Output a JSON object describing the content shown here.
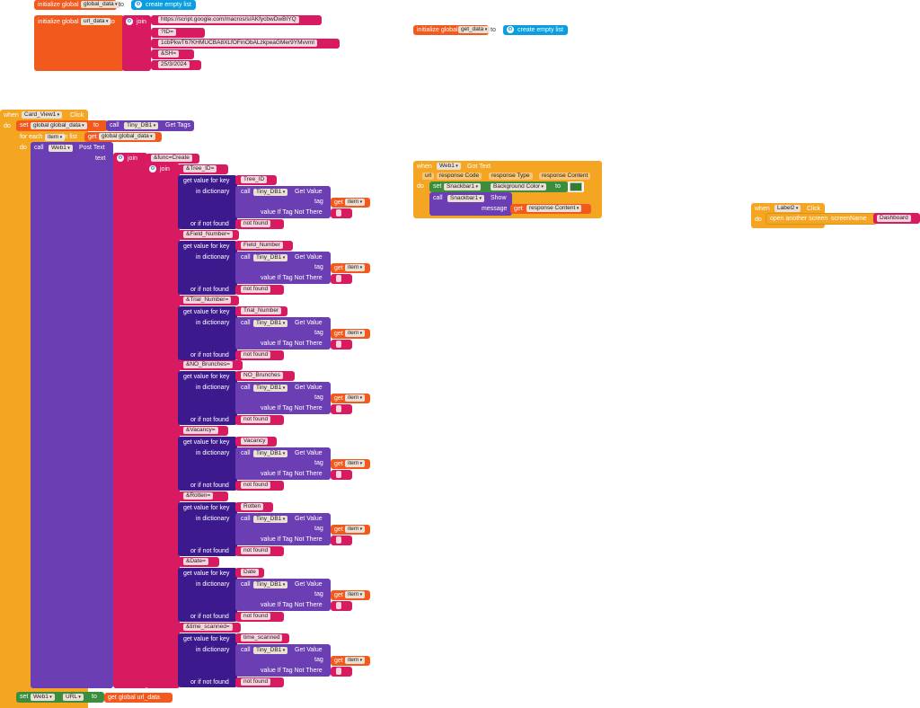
{
  "init_global_data": {
    "prefix": "initialize global",
    "name": "global_data",
    "to": "to",
    "value": "create empty list"
  },
  "init_url_data": {
    "prefix": "initialize global",
    "name": "url_data",
    "to": "to",
    "join": "join",
    "items": [
      "https://script.google.com/macros/s/AKfycbwDwBIYQ",
      "?ID=",
      "1cbPkwT67KHMUCBA8XLfOFinObALzkpeaGMer9YMvvml",
      "&SH=",
      "25/3/2024"
    ]
  },
  "init_get_data": {
    "prefix": "initialize global",
    "name": "get_data",
    "to": "to",
    "value": "create empty list"
  },
  "card_click": {
    "when": "when",
    "component": "Card_View1",
    "event": "Click",
    "do": "do",
    "set_label": "set",
    "set_var": "global global_data",
    "set_to": "to",
    "call": "call",
    "tinydb": "Tiny_DB1",
    "get_tags": "Get Tags",
    "for_each": "for each",
    "item": "item",
    "in_list": "in list",
    "get": "get",
    "global_data_ref": "global global_data",
    "web_call": "call",
    "web": "Web1",
    "post_text": "Post Text",
    "text": "text",
    "join": "join",
    "func_create": "&func=Create",
    "get_value_for_key": "get value for key",
    "in_dictionary": "in dictionary",
    "get_value": "Get Value",
    "tag": "tag",
    "value_if": "value If Tag Not There",
    "or_if_not_found": "or if not found",
    "not_found": "not found",
    "empty": " ",
    "fields": [
      {
        "param": "&Tree_ID=",
        "key": "Tree_ID"
      },
      {
        "param": "&Field_Number=",
        "key": "Field_Number"
      },
      {
        "param": "&Trial_Number=",
        "key": "Trial_Number"
      },
      {
        "param": "&NO_Brunches=",
        "key": "NO_Brunches"
      },
      {
        "param": "&Vacancy=",
        "key": "Vacancy"
      },
      {
        "param": "&Rotten=",
        "key": "Rotten"
      },
      {
        "param": "&Date=",
        "key": "Date"
      },
      {
        "param": "&time_scanned=",
        "key": "time_scanned"
      }
    ],
    "set_url_label": "set",
    "url_web": "Web1",
    "url_prop": "URL",
    "url_to": "to",
    "url_get": "get",
    "url_var": "global url_data"
  },
  "web_got_text": {
    "when": "when",
    "component": "Web1",
    "event": "Got Text",
    "params": [
      "url",
      "response Code",
      "response Type",
      "response Content"
    ],
    "do": "do",
    "set": "set",
    "snackbar": "Snackbar1",
    "prop": "Background Color",
    "to": "to",
    "call": "call",
    "show": "Show",
    "message": "message",
    "get": "get",
    "resp": "response Content",
    "swatch_color": "#2f7d33"
  },
  "label_click": {
    "when": "when",
    "component": "Label2",
    "event": "Click",
    "do": "do",
    "action": "open another screen",
    "screenName": "screenName",
    "screen": "Dashboard"
  }
}
